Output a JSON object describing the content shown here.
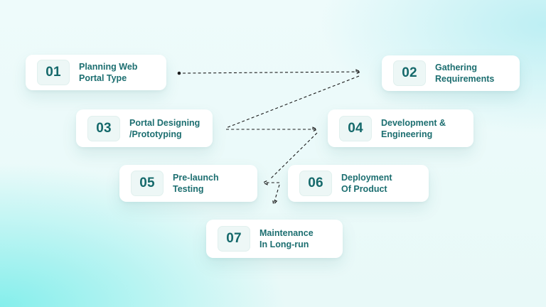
{
  "diagram": {
    "topic": "Web portal development process steps",
    "steps": [
      {
        "number": "01",
        "line1": "Planning Web",
        "line2": "Portal Type"
      },
      {
        "number": "02",
        "line1": "Gathering",
        "line2": "Requirements"
      },
      {
        "number": "03",
        "line1": "Portal Designing",
        "line2": "/Prototyping"
      },
      {
        "number": "04",
        "line1": "Development &",
        "line2": "Engineering"
      },
      {
        "number": "05",
        "line1": "Pre-launch",
        "line2": "Testing"
      },
      {
        "number": "06",
        "line1": "Deployment",
        "line2": "Of Product"
      },
      {
        "number": "07",
        "line1": "Maintenance",
        "line2": "In Long-run"
      }
    ],
    "connectors": [
      {
        "from": "01",
        "to": "02",
        "style": "dashed",
        "start": "dot",
        "end": "arrow"
      },
      {
        "from": "02",
        "to": "03",
        "style": "dashed"
      },
      {
        "from": "03",
        "to": "04",
        "style": "dashed",
        "end": "arrow"
      },
      {
        "from": "04",
        "to": "05",
        "style": "dashed",
        "end": "arrow"
      },
      {
        "from": "junction",
        "to": "07",
        "style": "dashed",
        "end": "arrow"
      }
    ],
    "colors": {
      "card_background": "#ffffff",
      "badge_background": "#edf7f6",
      "teal_text": "#1c6e70",
      "number_text": "#15696b",
      "connector": "#1c1c1c",
      "background_cyan": "#80eeeb",
      "background_light": "#eefbfb"
    }
  }
}
